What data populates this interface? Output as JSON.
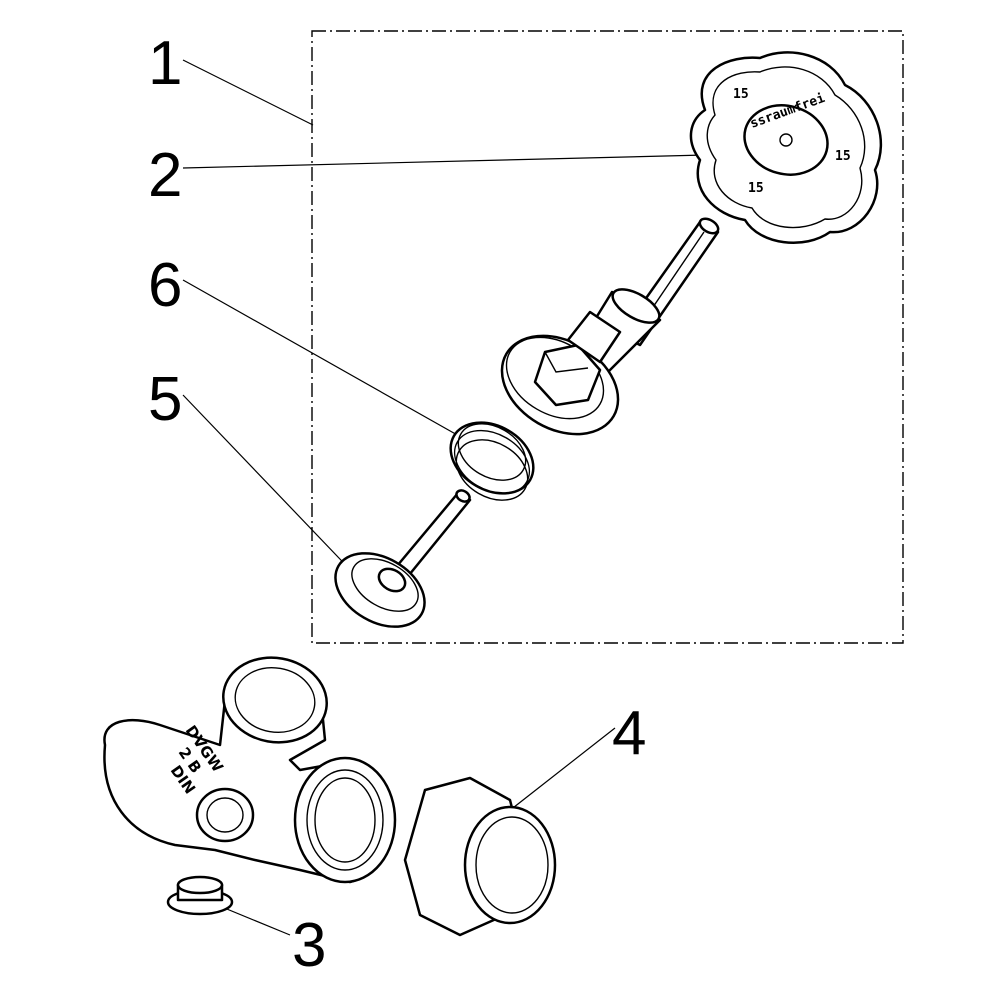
{
  "callouts": [
    {
      "id": "1",
      "label": "1"
    },
    {
      "id": "2",
      "label": "2"
    },
    {
      "id": "3",
      "label": "3"
    },
    {
      "id": "4",
      "label": "4"
    },
    {
      "id": "5",
      "label": "5"
    },
    {
      "id": "6",
      "label": "6"
    }
  ],
  "handwheel": {
    "brand_text": "ssraumfrei",
    "symbol_left": "15",
    "symbol_right": "15",
    "symbol_bottom": "15"
  },
  "valve_body": {
    "line1": "DVGW",
    "line2": "DIN",
    "line3": "2 B"
  }
}
